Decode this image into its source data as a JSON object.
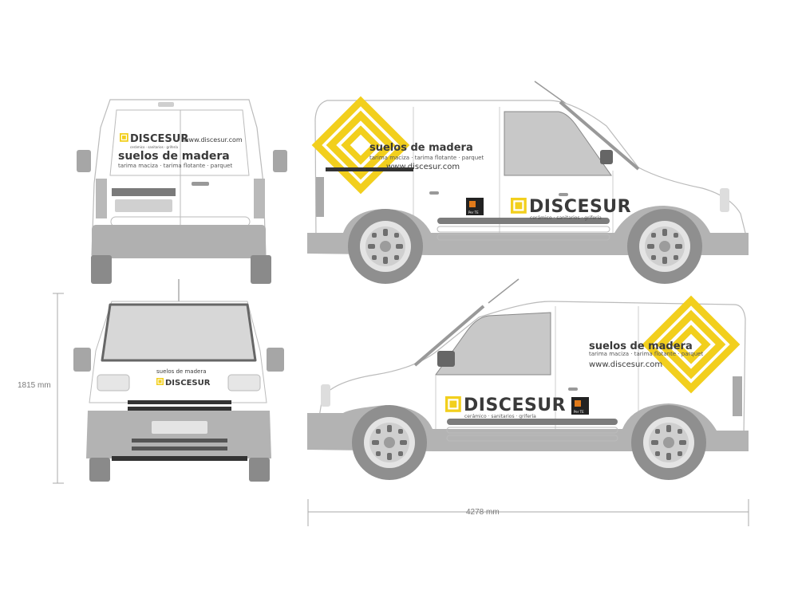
{
  "brand": {
    "name": "DISCESUR",
    "services": "cerámico · sanitarios · grifería",
    "headline": "suelos de madera",
    "products": "tarima maciza · tarima flotante · parquet",
    "website": "www.discesur.com",
    "partner_text": "Per TE"
  },
  "dimensions": {
    "height": "1815 mm",
    "length": "4278 mm"
  },
  "colors": {
    "accent": "#f2cf1d",
    "body": "#ffffff",
    "trim": "#a6a6a6",
    "dark": "#333333"
  }
}
